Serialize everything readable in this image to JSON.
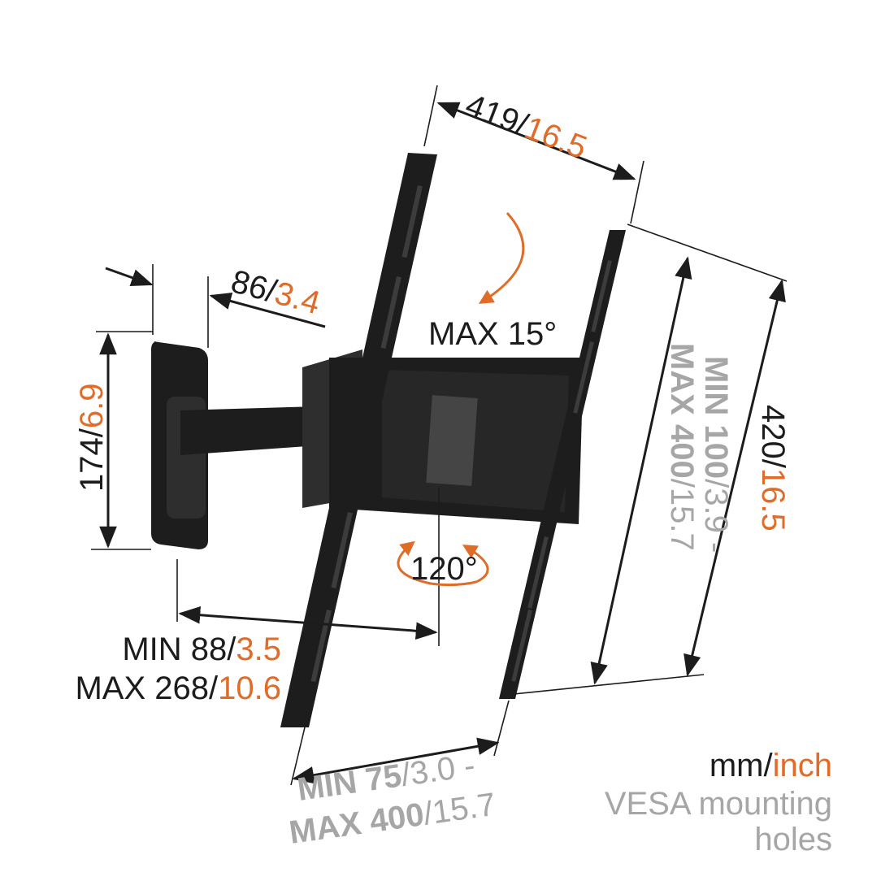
{
  "diagram": {
    "dimensions": {
      "plate_width": {
        "mm": "419",
        "sep": "/",
        "inch": "16.5"
      },
      "depth": {
        "mm": "86",
        "sep": "/",
        "inch": "3.4"
      },
      "wall_plate_height": {
        "mm": "174",
        "sep": "/",
        "inch": "6.9"
      },
      "plate_height": {
        "mm": "420",
        "sep": "/",
        "inch": "16.5"
      },
      "reach_min": {
        "prefix": "MIN 88",
        "sep": "/",
        "inch": "3.5"
      },
      "reach_max": {
        "prefix": "MAX 268",
        "sep": "/",
        "inch": "10.6"
      }
    },
    "vesa_horizontal": {
      "line1_bold": "MIN 75",
      "line1_rest": "/3.0 -",
      "line2_bold": "MAX 400",
      "line2_rest": "/15.7"
    },
    "vesa_vertical": {
      "line1_bold": "MIN 100",
      "line1_rest": "/3.9 -",
      "line2_bold": "MAX 400",
      "line2_rest": "/15.7"
    },
    "tilt_label": "MAX 15°",
    "swivel_label": "120°",
    "legend": {
      "unit_mm": "mm",
      "unit_sep": "/",
      "unit_inch": "inch",
      "line2": "VESA mounting",
      "line3": "holes"
    },
    "colors": {
      "accent": "#e06c2a",
      "text_dark": "#1c1c1c",
      "text_grey": "#a6a6a6",
      "bracket": "#1d1d1d"
    }
  }
}
